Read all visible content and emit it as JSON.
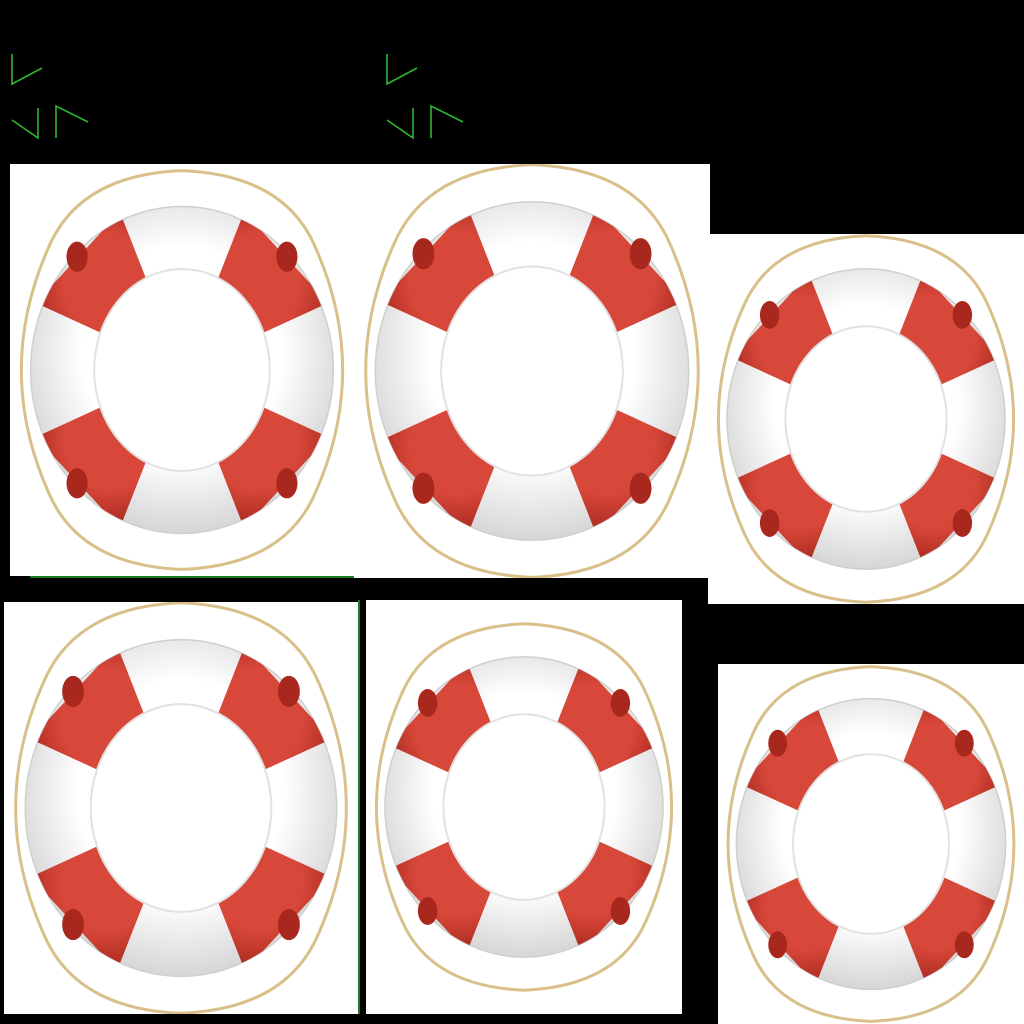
{
  "sheet": {
    "background": "#000000",
    "tile_background": "#ffffff"
  },
  "colors": {
    "ring_red": "#d8483a",
    "ring_red_dark": "#a8281e",
    "ring_white": "#ffffff",
    "ring_shadow": "#d6d6d6",
    "rope": "#d9c08a",
    "marker_green": "#2fb52f",
    "guide_green": "#1f7a1f"
  },
  "sprites": [
    {
      "id": "life-ring-1",
      "icon": "life-ring-icon"
    },
    {
      "id": "life-ring-2",
      "icon": "life-ring-icon"
    },
    {
      "id": "life-ring-3",
      "icon": "life-ring-icon"
    },
    {
      "id": "life-ring-4",
      "icon": "life-ring-icon"
    },
    {
      "id": "life-ring-5",
      "icon": "life-ring-icon"
    },
    {
      "id": "life-ring-6",
      "icon": "life-ring-icon"
    }
  ],
  "markers": [
    {
      "id": "marker-1",
      "icon": "corner-marker-icon"
    },
    {
      "id": "marker-2",
      "icon": "corner-marker-icon"
    }
  ]
}
